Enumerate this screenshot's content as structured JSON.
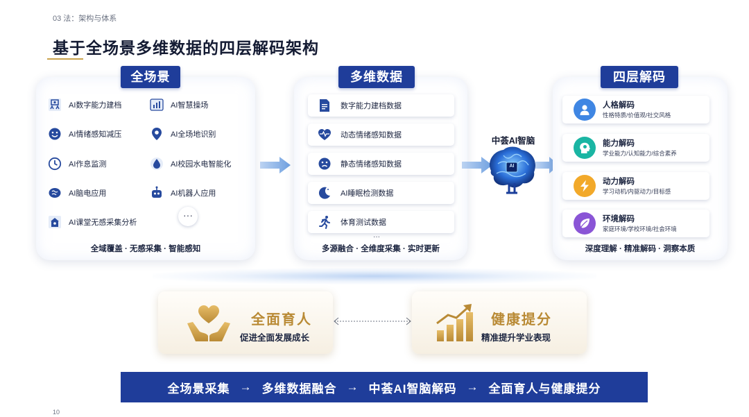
{
  "header": {
    "section": "03 法：架构与体系",
    "title": "基于全场景多维数据的四层解码架构"
  },
  "panels": {
    "scene": {
      "title": "全场景",
      "items": [
        {
          "label": "AI数字能力建档",
          "icon": "archive-board-icon"
        },
        {
          "label": "AI智慧操场",
          "icon": "bar-chart-icon"
        },
        {
          "label": "AI情绪感知减压",
          "icon": "smiley-icon"
        },
        {
          "label": "AI全场地识别",
          "icon": "location-pin-icon"
        },
        {
          "label": "AI作息监测",
          "icon": "clock-icon"
        },
        {
          "label": "AI校园水电智能化",
          "icon": "water-drop-icon"
        },
        {
          "label": "AI脑电应用",
          "icon": "brain-icon"
        },
        {
          "label": "AI机器人应用",
          "icon": "robot-icon"
        },
        {
          "label": "AI课堂无感采集分析",
          "icon": "classroom-icon"
        }
      ],
      "more": "···",
      "footer": "全域覆盖 · 无感采集 · 智能感知"
    },
    "data": {
      "title": "多维数据",
      "items": [
        {
          "label": "数字能力建档数据",
          "icon": "document-icon"
        },
        {
          "label": "动态情绪感知数据",
          "icon": "heartbeat-icon"
        },
        {
          "label": "静态情绪感知数据",
          "icon": "sad-face-icon"
        },
        {
          "label": "AI睡眠检测数据",
          "icon": "moon-icon"
        },
        {
          "label": "体育测试数据",
          "icon": "running-icon"
        }
      ],
      "more": "···",
      "footer": "多源融合 · 全维度采集 · 实时更新"
    },
    "decode": {
      "title": "四层解码",
      "items": [
        {
          "title": "人格解码",
          "sub": "性格特质/价值观/社交风格",
          "icon": "person-icon",
          "color": "#3f86e3"
        },
        {
          "title": "能力解码",
          "sub": "学业能力/认知能力/综合素养",
          "icon": "head-gear-icon",
          "color": "#1ab5a3"
        },
        {
          "title": "动力解码",
          "sub": "学习动机/内驱动力/目标感",
          "icon": "lightning-icon",
          "color": "#f2a92a"
        },
        {
          "title": "环境解码",
          "sub": "家庭环境/学校环境/社会环境",
          "icon": "leaf-icon",
          "color": "#8a55d6"
        }
      ],
      "footer": "深度理解 · 精准解码 · 洞察本质"
    }
  },
  "brain": {
    "label": "中荟AI智脑",
    "chip": "AI"
  },
  "goals": [
    {
      "title": "全面育人",
      "sub": "促进全面发展成长",
      "icon": "heart-hands-icon"
    },
    {
      "title": "健康提分",
      "sub": "精准提升学业表现",
      "icon": "growth-chart-icon"
    }
  ],
  "flow": {
    "steps": [
      "全场景采集",
      "多维数据融合",
      "中荟AI智脑解码",
      "全面育人与健康提分"
    ],
    "arrow": "→"
  },
  "page_number": "10",
  "colors": {
    "navy": "#1f3d9a",
    "gold": "#b98a35",
    "arrow": "#6fa0e0"
  }
}
